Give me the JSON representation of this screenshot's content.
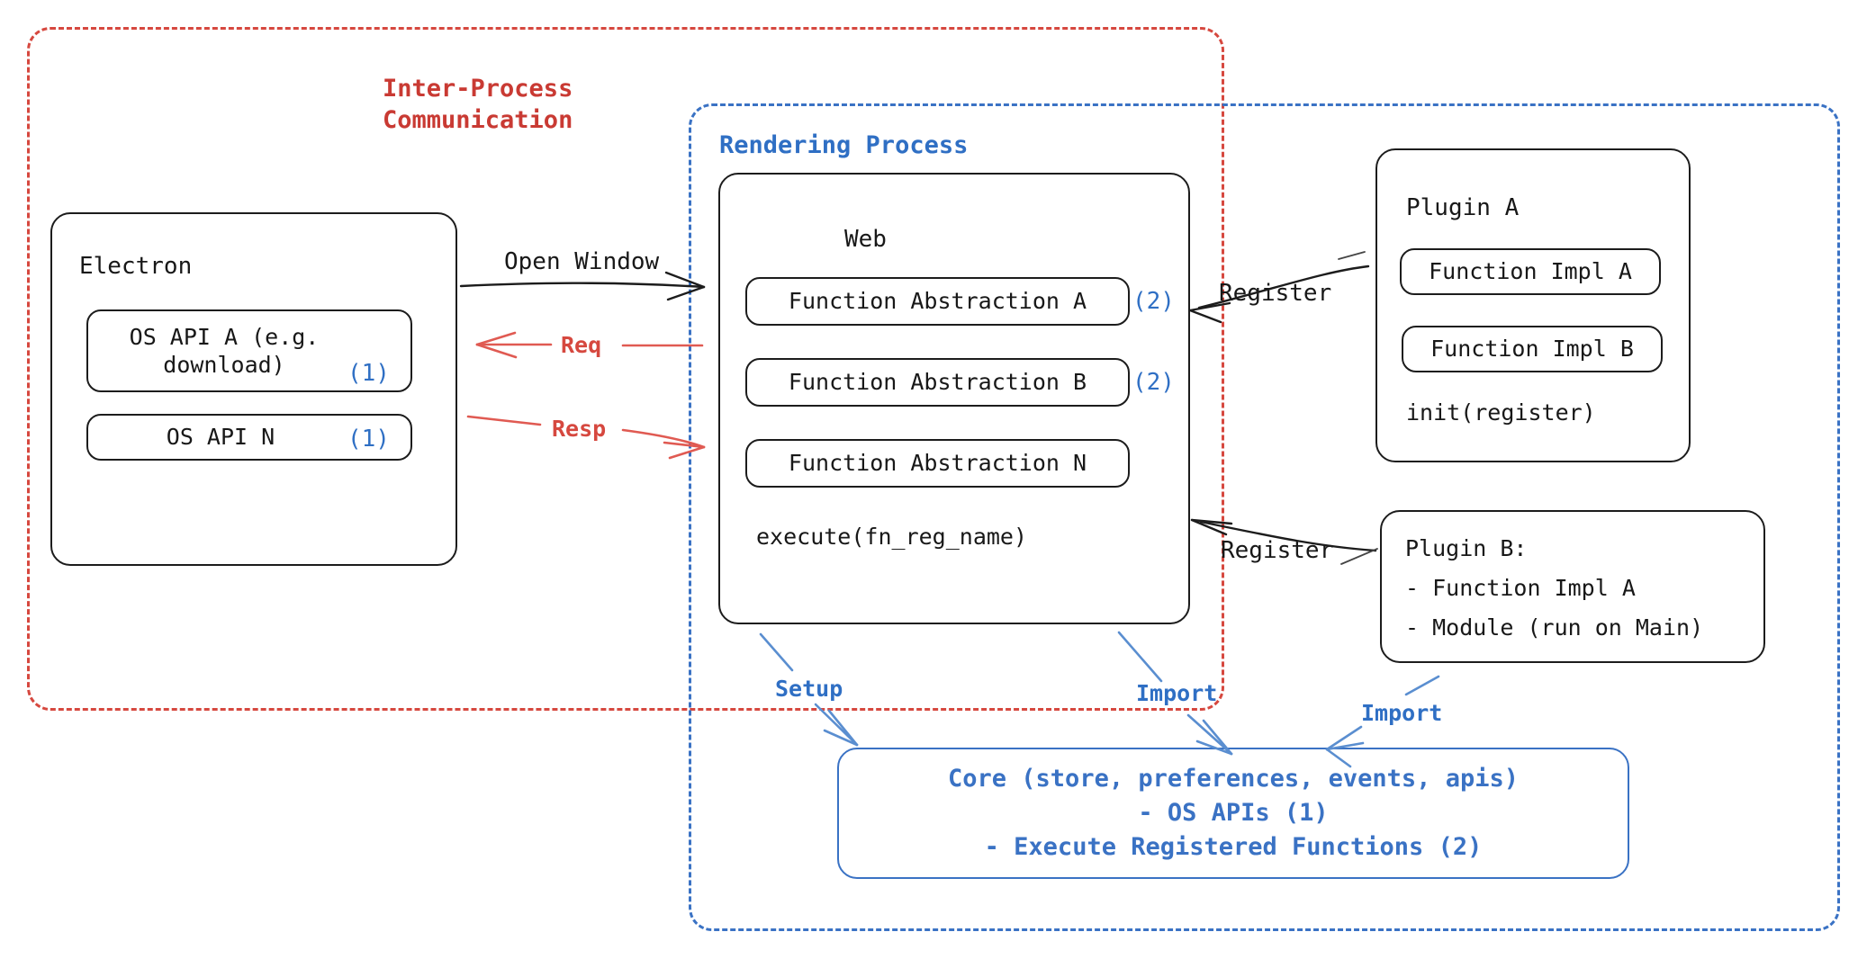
{
  "diagram": {
    "title": "Electron plugin architecture",
    "colors": {
      "ipc_red": "#d6483f",
      "render_blue": "#3a72c4",
      "arrow_red": "#e05a52",
      "arrow_blue": "#5a8ed0",
      "ink": "#1c1c1c"
    }
  },
  "regions": {
    "ipc": {
      "label": "Inter-Process\nCommunication",
      "style": "dashed",
      "color": "#d6483f"
    },
    "rendering": {
      "label": "Rendering Process",
      "style": "dashed",
      "color": "#3a72c4"
    }
  },
  "electron": {
    "title": "Electron",
    "items": [
      {
        "label": "OS API A (e.g.\ndownload)",
        "marker": "(1)"
      },
      {
        "label": "OS API N",
        "marker": "(1)"
      }
    ]
  },
  "web": {
    "title": "Web",
    "items": [
      {
        "label": "Function Abstraction A",
        "marker": "(2)"
      },
      {
        "label": "Function Abstraction B",
        "marker": "(2)"
      },
      {
        "label": "Function Abstraction N",
        "marker": ""
      }
    ],
    "footer": "execute(fn_reg_name)"
  },
  "plugin_a": {
    "title": "Plugin A",
    "items": [
      {
        "label": "Function Impl A"
      },
      {
        "label": "Function Impl B"
      }
    ],
    "footer": "init(register)"
  },
  "plugin_b": {
    "lines": [
      "Plugin B:",
      "- Function Impl A",
      "- Module (run on Main)"
    ]
  },
  "core": {
    "text": "Core (store, preferences, events, apis)\n- OS APIs (1)\n- Execute Registered Functions (2)"
  },
  "arrows": [
    {
      "name": "open-window",
      "label": "Open Window",
      "color": "#1c1c1c"
    },
    {
      "name": "req",
      "label": "Req",
      "color": "#e05a52"
    },
    {
      "name": "resp",
      "label": "Resp",
      "color": "#e05a52"
    },
    {
      "name": "register-a",
      "label": "Register",
      "color": "#1c1c1c"
    },
    {
      "name": "register-b",
      "label": "Register",
      "color": "#1c1c1c"
    },
    {
      "name": "setup",
      "label": "Setup",
      "color": "#5a8ed0"
    },
    {
      "name": "import-web",
      "label": "Import",
      "color": "#5a8ed0"
    },
    {
      "name": "import-plugin",
      "label": "Import",
      "color": "#5a8ed0"
    }
  ]
}
